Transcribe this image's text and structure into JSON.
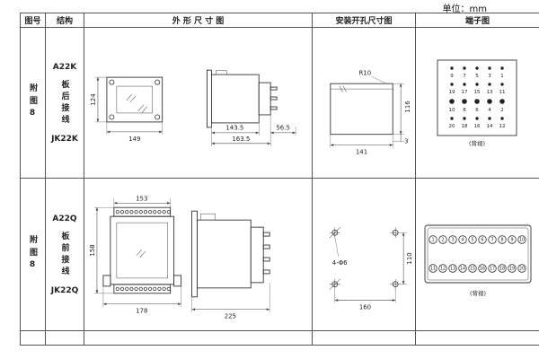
{
  "unit_label": "单位：mm",
  "headers": {
    "fig_no": "图号",
    "structure": "结构",
    "outline": "外 形 尺 寸 图",
    "mounting": "安装开孔尺寸图",
    "terminal": "端子图"
  },
  "rows": [
    {
      "fig_no": "附图8",
      "model": "A22K",
      "wiring": "板后接线",
      "relay": "JK22K",
      "outline_dims": {
        "height": "124",
        "width": "149",
        "depth_case": "143.5",
        "depth_total": "163.5",
        "depth_front": "56.5"
      },
      "mounting_dims": {
        "corner_radius": "R10",
        "width": "141",
        "height": "116",
        "edge_gap": "3"
      },
      "terminal": {
        "grid": [
          [
            "9",
            "7",
            "5",
            "3",
            "1"
          ],
          [
            "19",
            "17",
            "15",
            "13",
            "11"
          ],
          [
            "10",
            "8",
            "6",
            "4",
            "2"
          ],
          [
            "20",
            "18",
            "16",
            "14",
            "12"
          ]
        ],
        "note": "(背视)"
      }
    },
    {
      "fig_no": "附图8",
      "model": "A22Q",
      "wiring": "板前接线",
      "relay": "JK22Q",
      "outline_dims": {
        "width_top": "153",
        "height": "158",
        "width_overall": "178",
        "depth": "225"
      },
      "mounting_dims": {
        "holes": "4-Φ6",
        "width": "160",
        "height": "110"
      },
      "terminal": {
        "top": [
          "1",
          "2",
          "3",
          "4",
          "5",
          "6",
          "7",
          "8",
          "9",
          "10"
        ],
        "bottom": [
          "11",
          "12",
          "13",
          "14",
          "15",
          "16",
          "17",
          "18",
          "19",
          "20"
        ],
        "note": "(背视)"
      }
    }
  ]
}
